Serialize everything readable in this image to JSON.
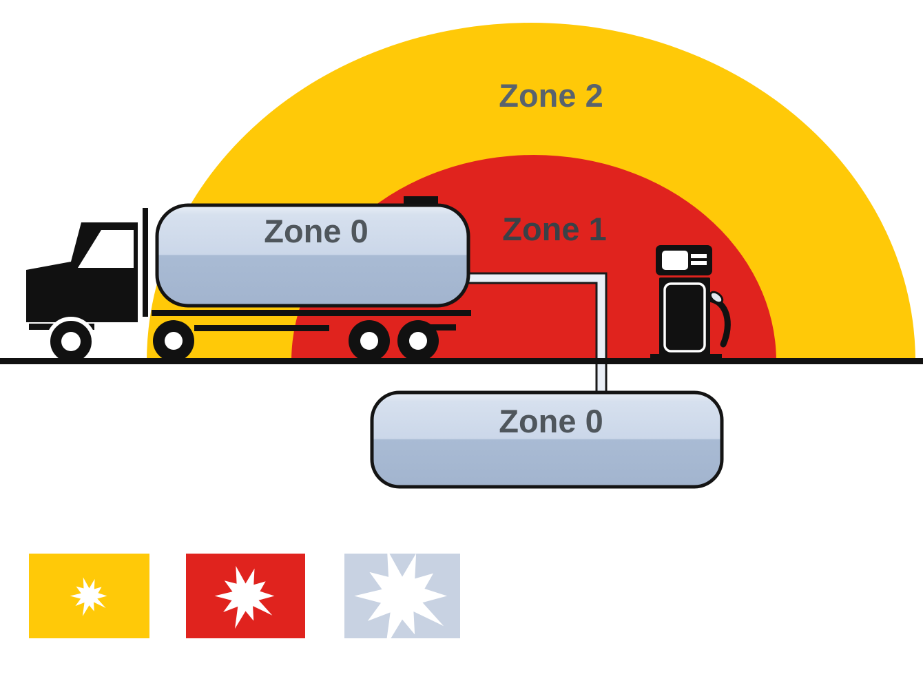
{
  "zones": {
    "zone2_label": "Zone 2",
    "zone1_label": "Zone 1",
    "truck_tank_label": "Zone 0",
    "underground_tank_label": "Zone 0"
  },
  "colors": {
    "zone2_yellow": "#FFC908",
    "zone1_red": "#E0231E",
    "tank_light_blue": "#CBD7E9",
    "tank_dark_blue": "#A9BBD4",
    "legend_blue": "#C8D2E2",
    "zone2_text": "#59636D",
    "zone1_text": "#3A4147",
    "zone0_text": "#4F565C",
    "silhouette_black": "#111111",
    "starburst_white": "#FFFFFF",
    "pipe_fill": "#EAEFF6"
  },
  "icons": {
    "truck": "tanker-truck-icon",
    "pump": "fuel-pump-icon",
    "pipe": "transfer-pipe-icon",
    "legend_small": "small-starburst-icon",
    "legend_medium": "medium-starburst-icon",
    "legend_large": "large-starburst-icon"
  },
  "legend": [
    {
      "swatch": "zone2-yellow-swatch",
      "color": "#FFC908",
      "icon": "small-starburst-icon"
    },
    {
      "swatch": "zone1-red-swatch",
      "color": "#E0231E",
      "icon": "medium-starburst-icon"
    },
    {
      "swatch": "zone0-blue-swatch",
      "color": "#C8D2E2",
      "icon": "large-starburst-icon"
    }
  ]
}
